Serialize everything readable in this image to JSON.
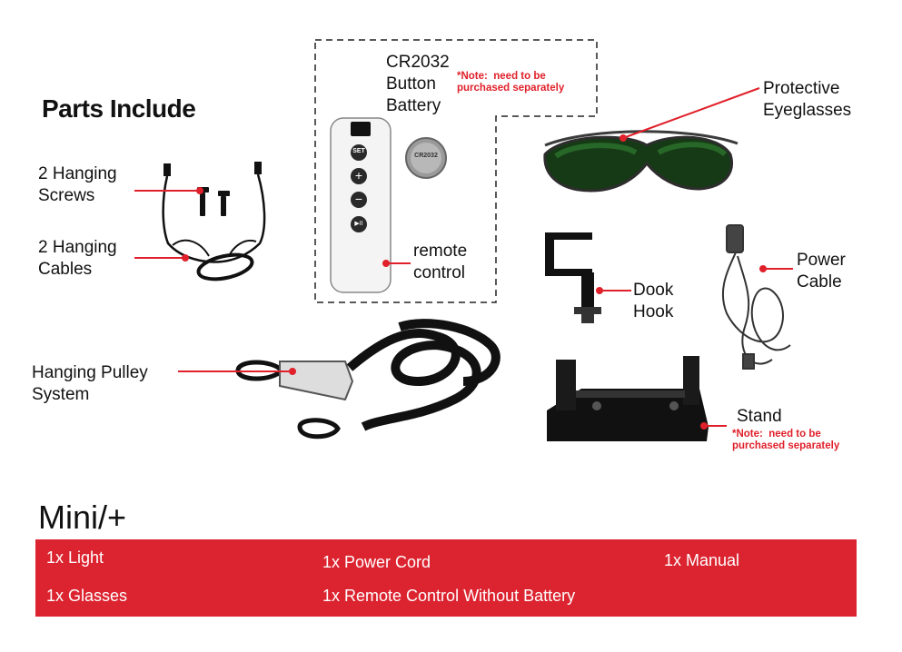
{
  "titles": {
    "parts_include": "Parts Include",
    "model": "Mini/+"
  },
  "parts": {
    "hanging_screws": "2 Hanging\nScrews",
    "hanging_cables": "2 Hanging\nCables",
    "hanging_pulley": "Hanging Pulley\nSystem",
    "battery": "CR2032\nButton\nBattery",
    "battery_note": "*Note:  need to be\npurchased separately",
    "remote_control": "remote\ncontrol",
    "protective_eyeglasses": "Protective\nEyeglasses",
    "dook_hook": "Dook\nHook",
    "power_cable": "Power\nCable",
    "stand": "Stand",
    "stand_note": "*Note:  need to be\npurchased separately"
  },
  "remote_buttons": {
    "set": "SET",
    "plus": "+",
    "minus": "−",
    "play_pause": "▶II"
  },
  "battery_print": "CR2032",
  "package_list": {
    "item1": "1x Light",
    "item2": "1x Power Cord",
    "item3": "1x Manual",
    "item4": "1x Glasses",
    "item5": "1x Remote Control Without Battery"
  },
  "colors": {
    "accent_red": "#dc2430",
    "callout_red": "#e0202a",
    "text": "#111111"
  }
}
